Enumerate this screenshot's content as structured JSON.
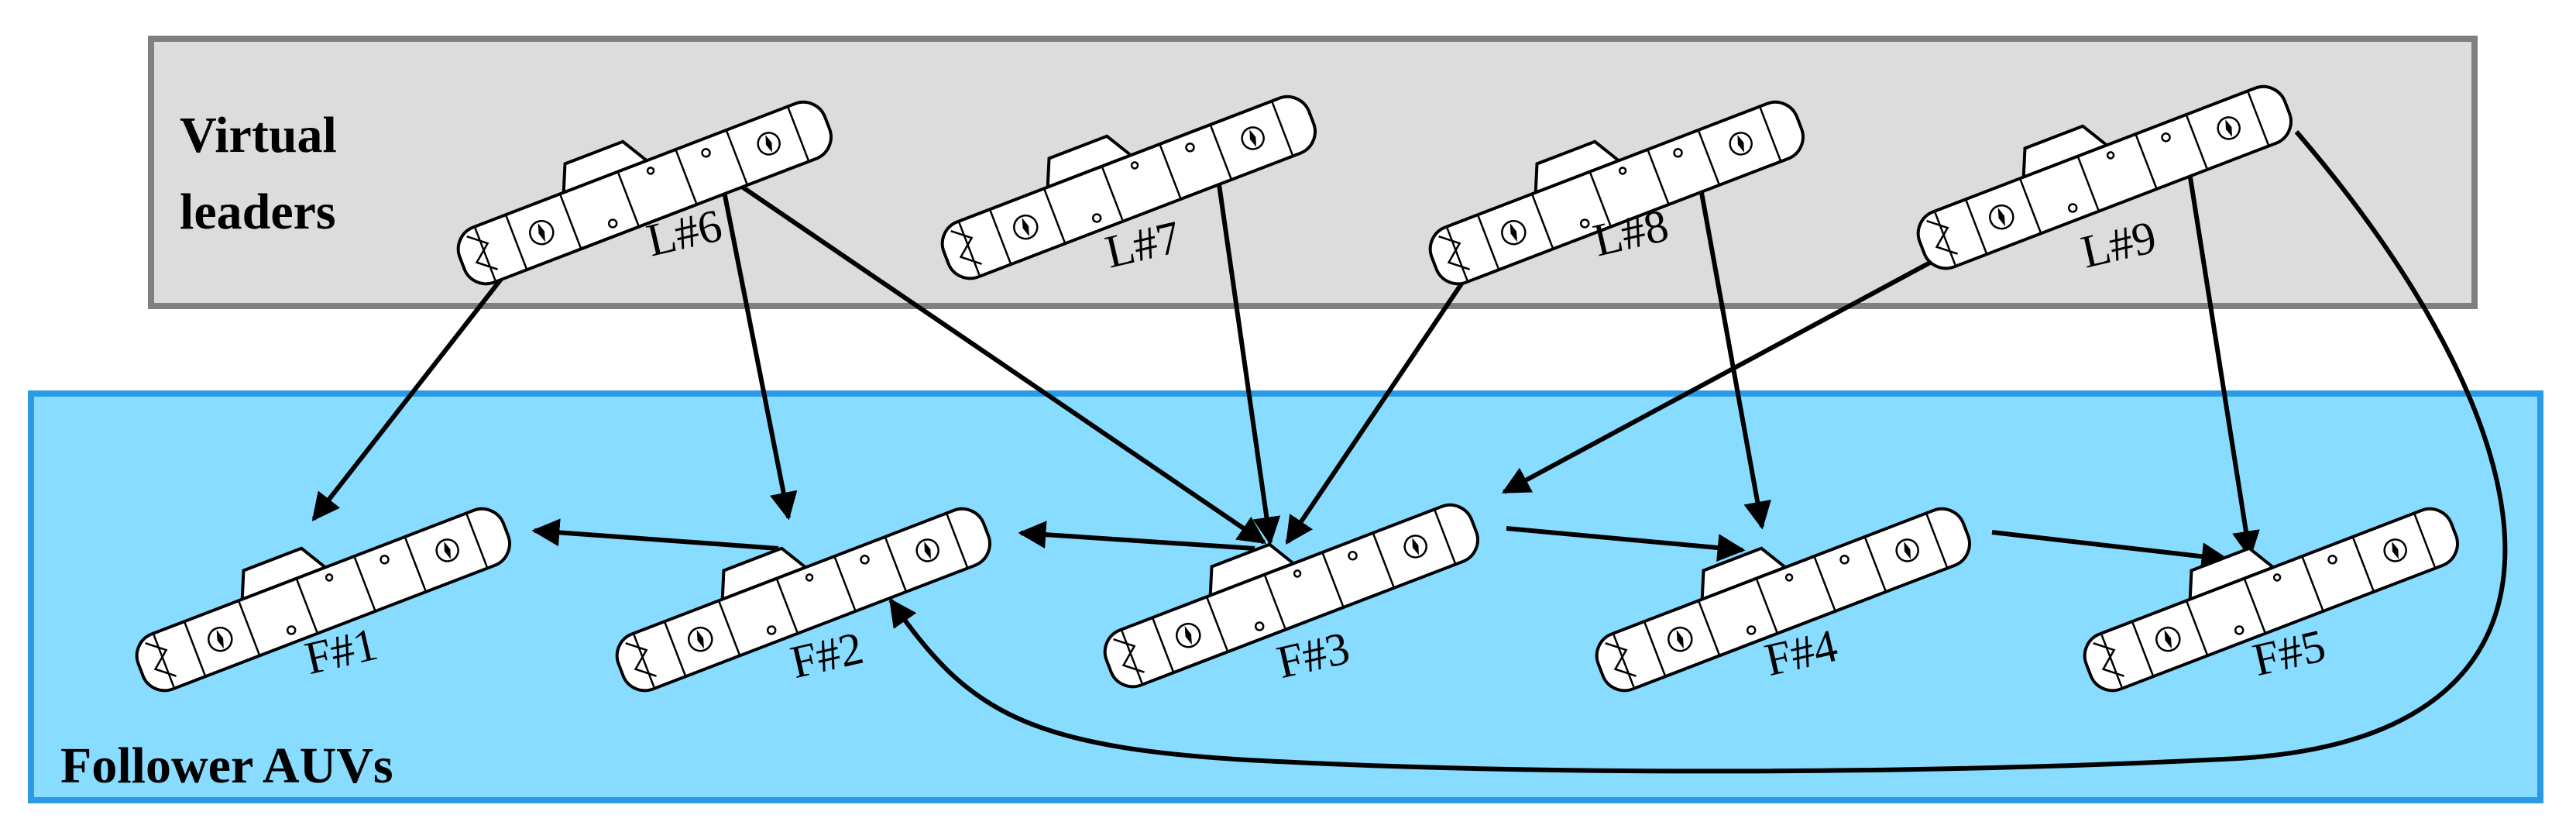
{
  "groups": {
    "leaders_label_line1": "Virtual",
    "leaders_label_line2": "leaders",
    "followers_label": "Follower AUVs"
  },
  "leaders": [
    {
      "id": "L6",
      "label": "L#6"
    },
    {
      "id": "L7",
      "label": "L#7"
    },
    {
      "id": "L8",
      "label": "L#8"
    },
    {
      "id": "L9",
      "label": "L#9"
    }
  ],
  "followers": [
    {
      "id": "F1",
      "label": "F#1"
    },
    {
      "id": "F2",
      "label": "F#2"
    },
    {
      "id": "F3",
      "label": "F#3"
    },
    {
      "id": "F4",
      "label": "F#4"
    },
    {
      "id": "F5",
      "label": "F#5"
    }
  ],
  "edges": [
    {
      "from": "L6",
      "to": "F1"
    },
    {
      "from": "L6",
      "to": "F2"
    },
    {
      "from": "L6",
      "to": "F3"
    },
    {
      "from": "L7",
      "to": "F3"
    },
    {
      "from": "L8",
      "to": "F3"
    },
    {
      "from": "L8",
      "to": "F4"
    },
    {
      "from": "L9",
      "to": "F3"
    },
    {
      "from": "L9",
      "to": "F5"
    },
    {
      "from": "L9",
      "to": "F2"
    },
    {
      "from": "F2",
      "to": "F1"
    },
    {
      "from": "F3",
      "to": "F2"
    },
    {
      "from": "F3",
      "to": "F4"
    },
    {
      "from": "F4",
      "to": "F5"
    }
  ],
  "colors": {
    "leaders_box_fill": "#dcdcdc",
    "leaders_box_stroke": "#7f7f7f",
    "followers_box_fill": "#87dcff",
    "followers_box_stroke": "#2a9ae6"
  }
}
